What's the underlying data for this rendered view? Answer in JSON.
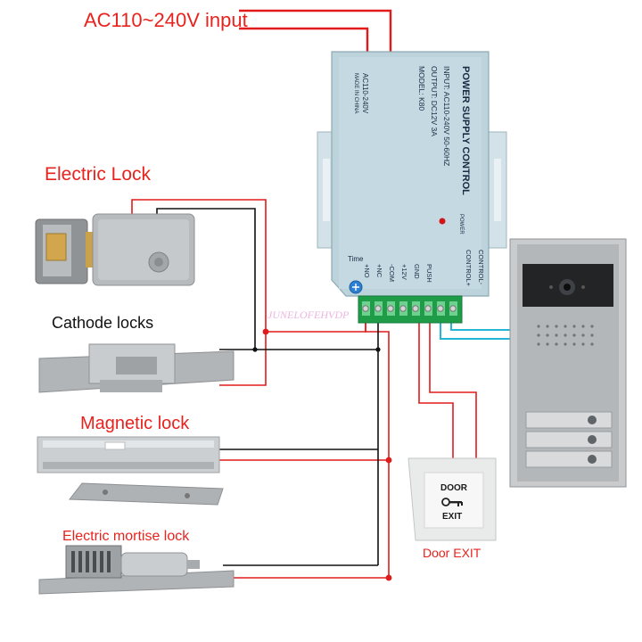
{
  "labels": {
    "power_input": "AC110~240V input",
    "electric_lock": "Electric Lock",
    "cathode_locks": "Cathode locks",
    "magnetic_lock": "Magnetic lock",
    "electric_mortise_lock": "Electric mortise lock",
    "door_exit_label": "Door EXIT"
  },
  "power_supply": {
    "title": "POWER SUPPLY CONTROL",
    "input_spec": "INPUT: AC110-240V  50-60HZ",
    "output_spec": "OUTPUT: DC12V  3A",
    "model": "MODEL: K80",
    "ac_label": "AC110-240V",
    "made_in": "MADE IN CHINA",
    "power_led_label": "POWER",
    "time_label": "Time",
    "terminals": [
      "+NO",
      "+NC",
      "-COM",
      "+12V",
      "GND",
      "PUSH",
      "CONTROL+",
      "CONTROL-"
    ]
  },
  "exit_button": {
    "line1": "DOOR",
    "line2": "EXIT"
  },
  "watermark": "JUNELOFEHVDP",
  "colors": {
    "label_red": "#e8231e",
    "wire_red": "#e11b1b",
    "wire_black": "#111111",
    "wire_cyan": "#26b5d6",
    "psu_body": "#b9d0d9",
    "terminal_green": "#1fa54a"
  }
}
